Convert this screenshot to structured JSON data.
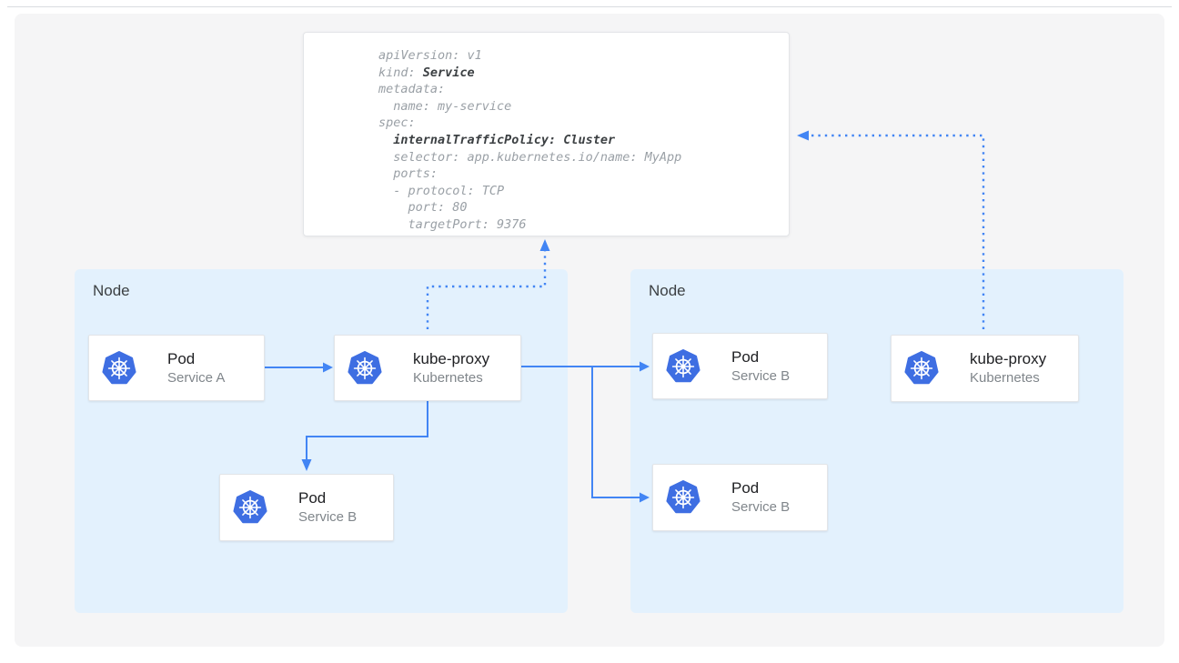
{
  "colors": {
    "panel_bg": "#f5f5f6",
    "node_bg": "#e3f1fd",
    "card_bg": "#ffffff",
    "card_border": "#e3e5e8",
    "arrow_blue": "#4285f4",
    "logo_blue": "#3e6ee2",
    "code_gray": "#9aa0a6",
    "code_dark": "#3c4043",
    "title_color": "#202124",
    "subtitle_color": "#80868b",
    "node_label_color": "#3c4043",
    "top_rule": "#dadce0"
  },
  "yaml_card": {
    "lines": [
      [
        {
          "t": "apiVersion: v1"
        }
      ],
      [
        {
          "t": "kind: "
        },
        {
          "t": "Service",
          "b": true
        }
      ],
      [
        {
          "t": "metadata:"
        }
      ],
      [
        {
          "t": "  name: my-service"
        }
      ],
      [
        {
          "t": "spec:"
        }
      ],
      [
        {
          "t": "  "
        },
        {
          "t": "internalTrafficPolicy: Cluster",
          "b": true
        }
      ],
      [
        {
          "t": "  selector: app.kubernetes.io/name: MyApp"
        }
      ],
      [
        {
          "t": "  ports:"
        }
      ],
      [
        {
          "t": "  - protocol: TCP"
        }
      ],
      [
        {
          "t": "    port: 80"
        }
      ],
      [
        {
          "t": "    targetPort: 9376"
        }
      ]
    ]
  },
  "nodes": [
    {
      "label": "Node",
      "cards": [
        {
          "title": "Pod",
          "subtitle": "Service A",
          "icon": "kubernetes-icon"
        },
        {
          "title": "kube-proxy",
          "subtitle": "Kubernetes",
          "icon": "kubernetes-icon"
        },
        {
          "title": "Pod",
          "subtitle": "Service B",
          "icon": "kubernetes-icon"
        }
      ]
    },
    {
      "label": "Node",
      "cards": [
        {
          "title": "Pod",
          "subtitle": "Service B",
          "icon": "kubernetes-icon"
        },
        {
          "title": "kube-proxy",
          "subtitle": "Kubernetes",
          "icon": "kubernetes-icon"
        },
        {
          "title": "Pod",
          "subtitle": "Service B",
          "icon": "kubernetes-icon"
        }
      ]
    }
  ]
}
